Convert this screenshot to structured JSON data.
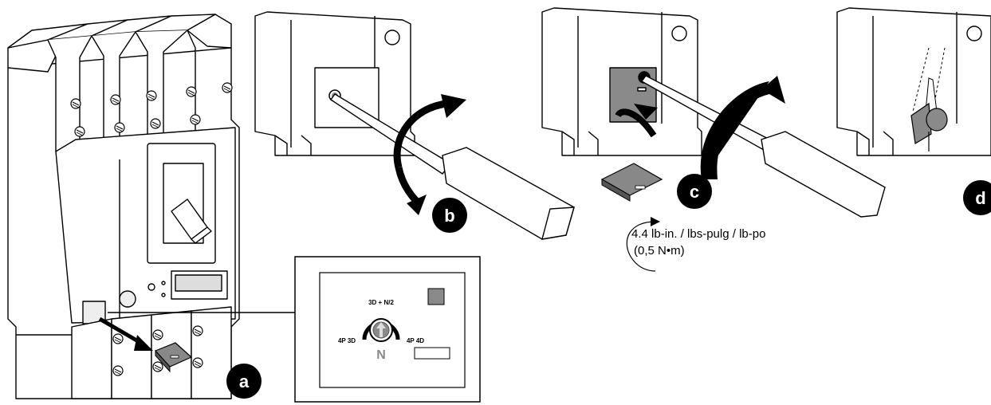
{
  "steps": {
    "a": "a",
    "b": "b",
    "c": "c",
    "d": "d"
  },
  "torque": {
    "line1": "4.4 lb-in. / lbs-pulg / lb-po",
    "line2": "(0,5 N•m)"
  },
  "dial": {
    "top": "3D + N/2",
    "left": "4P 3D",
    "right": "4P 4D",
    "neutral": "N"
  },
  "colors": {
    "line": "#000000",
    "fill": "#ffffff",
    "gray": "#8a8a8a",
    "dark_gray": "#555555",
    "step_badge": "#000000"
  }
}
